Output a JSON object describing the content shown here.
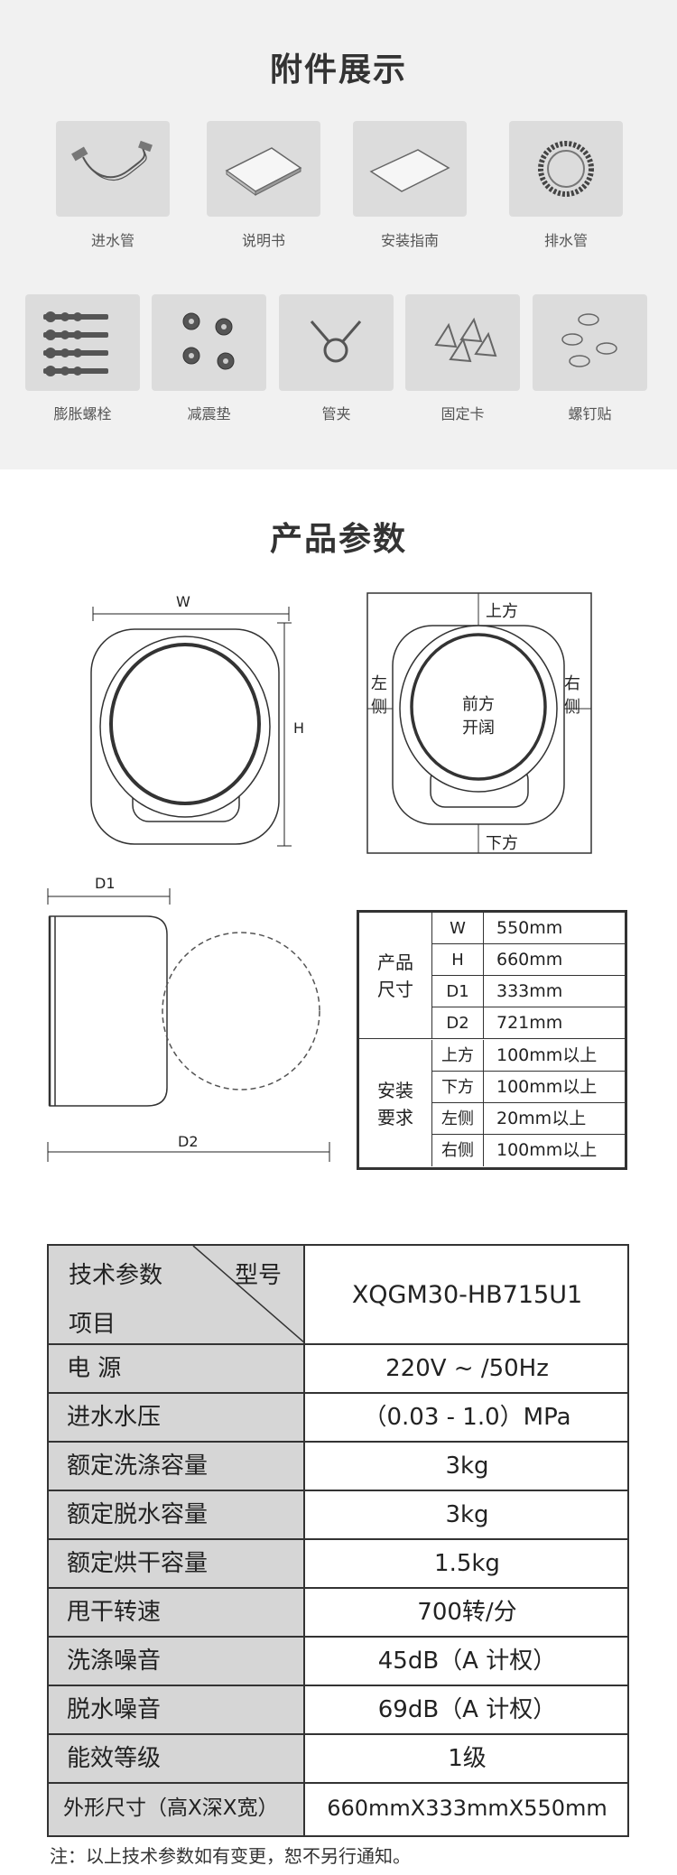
{
  "accessories": {
    "title": "附件展示",
    "items": [
      {
        "label": "进水管",
        "icon": "inlet-hose-icon"
      },
      {
        "label": "说明书",
        "icon": "manual-icon"
      },
      {
        "label": "安装指南",
        "icon": "install-guide-icon"
      },
      {
        "label": "排水管",
        "icon": "drain-hose-icon"
      },
      {
        "label": "膨胀螺栓",
        "icon": "expansion-bolt-icon"
      },
      {
        "label": "减震垫",
        "icon": "shock-pad-icon"
      },
      {
        "label": "管夹",
        "icon": "pipe-clamp-icon"
      },
      {
        "label": "固定卡",
        "icon": "fixing-clip-icon"
      },
      {
        "label": "螺钉贴",
        "icon": "screw-sticker-icon"
      }
    ]
  },
  "specs": {
    "title": "产品参数",
    "front_labels": {
      "w": "W",
      "h": "H"
    },
    "clearance_labels": {
      "top": "上方",
      "bottom": "下方",
      "left": "左\n侧",
      "right": "右\n侧",
      "center": "前方\n开阔"
    },
    "side_labels": {
      "d1": "D1",
      "d2": "D2"
    },
    "size_table": {
      "groups": [
        {
          "name": "产品\n尺寸",
          "rows": [
            {
              "key": "W",
              "value": "550mm"
            },
            {
              "key": "H",
              "value": "660mm"
            },
            {
              "key": "D1",
              "value": "333mm"
            },
            {
              "key": "D2",
              "value": "721mm"
            }
          ]
        },
        {
          "name": "安装\n要求",
          "rows": [
            {
              "key": "上方",
              "value": "100mm以上"
            },
            {
              "key": "下方",
              "value": "100mm以上"
            },
            {
              "key": "左侧",
              "value": "20mm以上"
            },
            {
              "key": "右侧",
              "value": "100mm以上"
            }
          ]
        }
      ]
    }
  },
  "tech_table": {
    "header": {
      "param_label": "技术参数",
      "model_label": "型号",
      "item_label": "项目",
      "model_value": "XQGM30-HB715U1"
    },
    "rows": [
      {
        "key": "电 源",
        "value": "220V ~ /50Hz"
      },
      {
        "key": "进水水压",
        "value": "（0.03 - 1.0）MPa"
      },
      {
        "key": "额定洗涤容量",
        "value": "3kg"
      },
      {
        "key": "额定脱水容量",
        "value": "3kg"
      },
      {
        "key": "额定烘干容量",
        "value": "1.5kg"
      },
      {
        "key": "甩干转速",
        "value": "700转/分"
      },
      {
        "key": "洗涤噪音",
        "value": "45dB（A 计权）"
      },
      {
        "key": "脱水噪音",
        "value": "69dB（A 计权）"
      },
      {
        "key": "能效等级",
        "value": "1级"
      },
      {
        "key": "外形尺寸（高X深X宽）",
        "value": "660mmX333mmX550mm"
      }
    ],
    "footnote": "注：以上技术参数如有变更，恕不另行通知。"
  }
}
